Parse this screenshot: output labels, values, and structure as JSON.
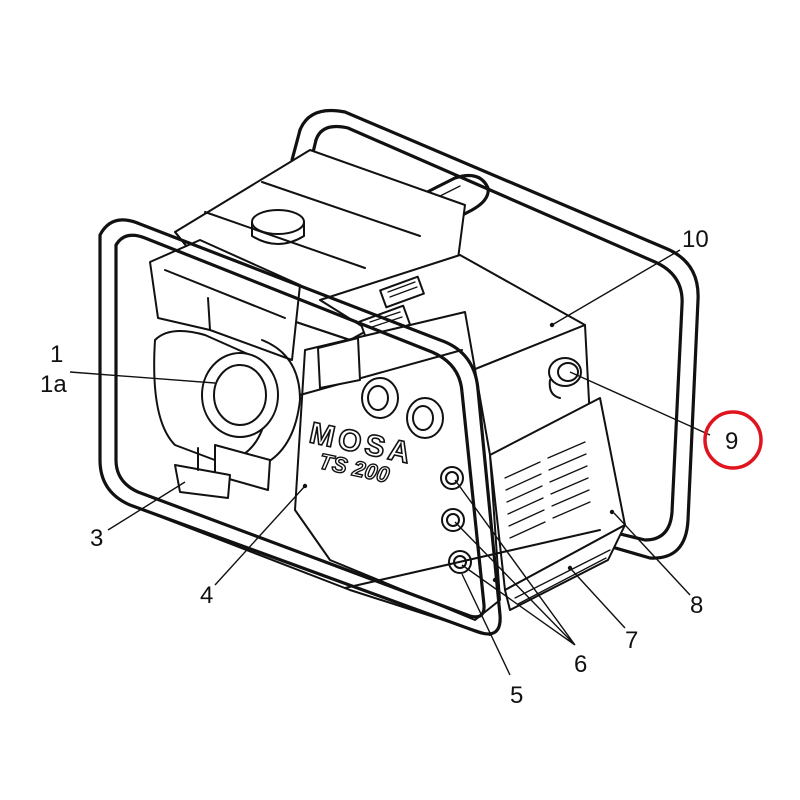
{
  "callouts": {
    "c1": "1",
    "c1a": "1a",
    "c3": "3",
    "c4": "4",
    "c5": "5",
    "c6": "6",
    "c7": "7",
    "c8": "8",
    "c9": "9",
    "c10": "10"
  },
  "highlighted_callout": "9",
  "highlight_color": "#e0141e",
  "panel": {
    "brand": "MOSA",
    "model": "TS 200"
  }
}
